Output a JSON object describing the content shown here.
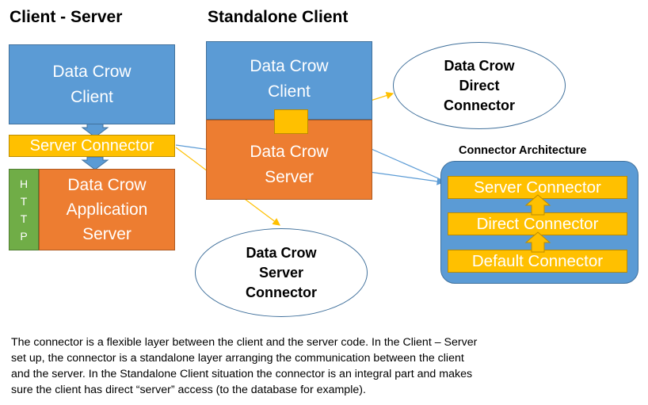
{
  "titles": {
    "client_server": "Client - Server",
    "standalone": "Standalone Client"
  },
  "client_server": {
    "client_box": [
      "Data Crow",
      "Client"
    ],
    "server_connector": "Server Connector",
    "http_letters": [
      "H",
      "T",
      "T",
      "P"
    ],
    "app_server": [
      "Data Crow",
      "Application",
      "Server"
    ]
  },
  "standalone": {
    "client": [
      "Data Crow",
      "Client"
    ],
    "server": [
      "Data Crow",
      "Server"
    ]
  },
  "ellipses": {
    "direct": [
      "Data Crow",
      "Direct",
      "Connector"
    ],
    "server": [
      "Data Crow",
      "Server",
      "Connector"
    ]
  },
  "architecture": {
    "title": "Connector Architecture",
    "layers": [
      "Server Connector",
      "Direct Connector",
      "Default Connector"
    ]
  },
  "caption": [
    "The connector is a flexible layer between the client and the server code. In the Client – Server",
    "set up, the connector is a standalone layer arranging the communication between the client",
    "and the server. In the Standalone Client situation the connector is an integral part and makes",
    "sure the client has direct “server” access (to the database for example)."
  ],
  "colors": {
    "blue": "#5b9bd5",
    "orange": "#ed7d31",
    "yellow": "#ffc000",
    "green": "#70ad47",
    "line_blue": "#5b9bd5",
    "line_yellow": "#ffc000"
  }
}
